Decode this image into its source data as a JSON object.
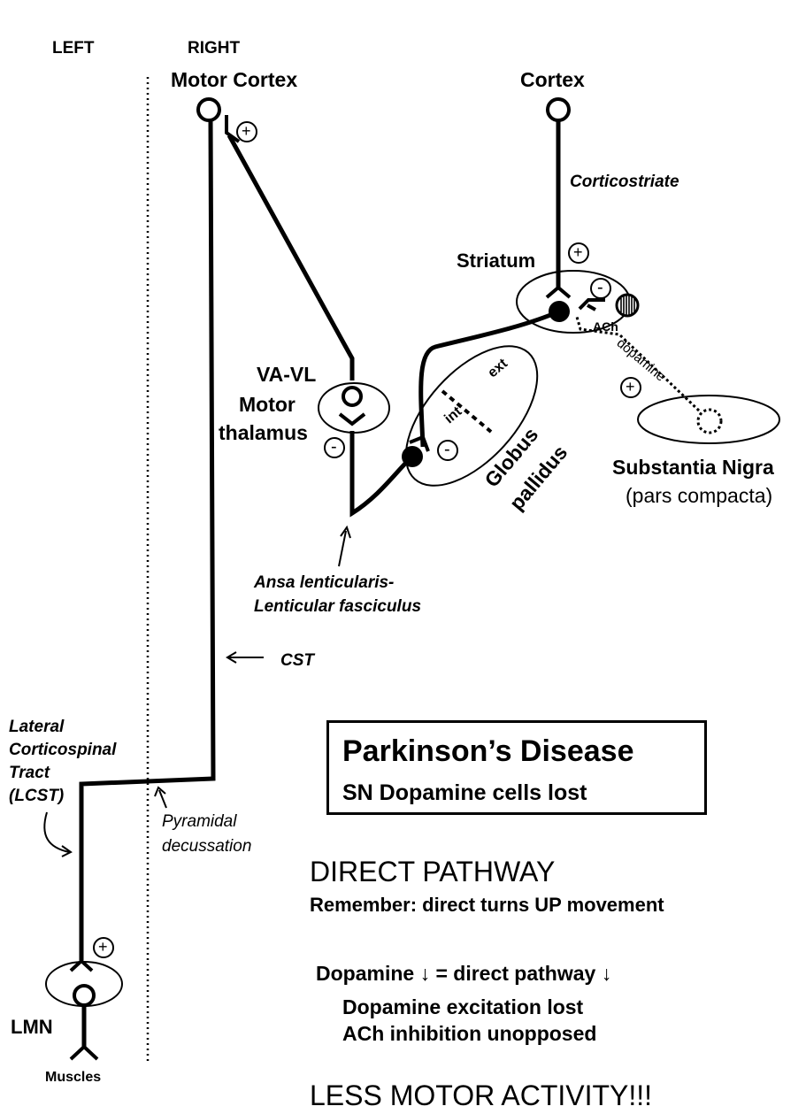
{
  "labels": {
    "left": "LEFT",
    "right": "RIGHT",
    "motor_cortex": "Motor Cortex",
    "cortex": "Cortex",
    "corticostriate": "Corticostriate",
    "striatum": "Striatum",
    "ach": "ACh",
    "dopamine": "dopamine",
    "vavl": "VA-VL",
    "motor": "Motor",
    "thalamus": "thalamus",
    "ext": "ext",
    "int": "int",
    "globus": "Globus",
    "pallidus": "pallidus",
    "substantia_nigra": "Substantia Nigra",
    "pars_compacta": "(pars compacta)",
    "ansa_1": "Ansa lenticularis-",
    "ansa_2": "Lenticular fasciculus",
    "cst": "CST",
    "lcst_1": "Lateral",
    "lcst_2": "Corticospinal",
    "lcst_3": "Tract",
    "lcst_4": "(LCST)",
    "pyramidal": "Pyramidal",
    "decussation": "decussation",
    "lmn": "LMN",
    "muscles": "Muscles",
    "plus": "+",
    "minus": "-"
  },
  "box": {
    "title": "Parkinson’s Disease",
    "subtitle": "SN Dopamine cells lost"
  },
  "notes": {
    "heading": "DIRECT PATHWAY",
    "remember": "Remember:  direct turns UP movement",
    "dopamine_line": "Dopamine ↓ = direct pathway ↓",
    "line2": "Dopamine excitation lost",
    "line3": "ACh inhibition unopposed",
    "conclusion": "LESS MOTOR ACTIVITY!!!"
  }
}
